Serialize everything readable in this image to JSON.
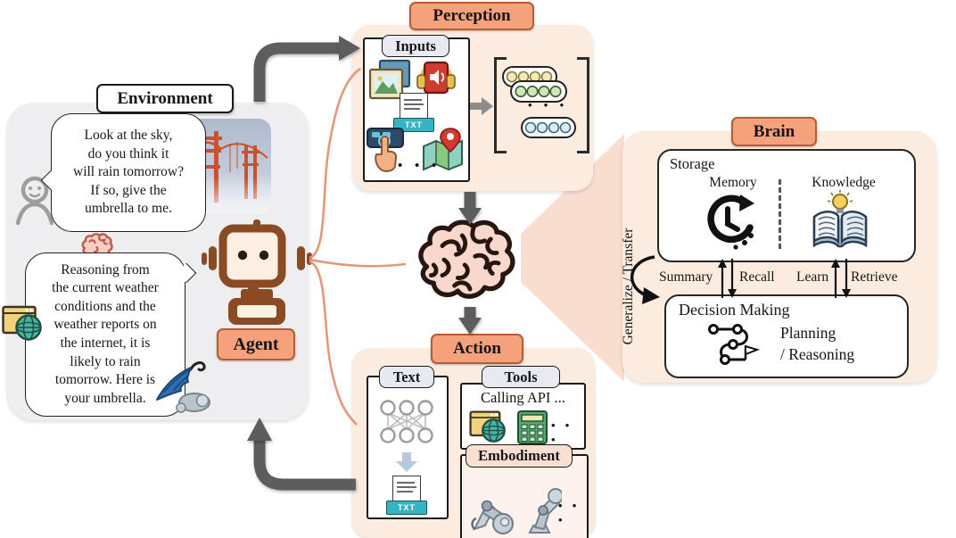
{
  "colors": {
    "panel_peach": "#fcece0",
    "env_gray": "#eeeef1",
    "label_salmon": "#f4a17c",
    "label_border": "#b85a32",
    "arrow_gray": "#5d5d5d",
    "agent_brown": "#8a4a24",
    "orange_link": "#e59878",
    "beam_pink": "#f9ded0"
  },
  "environment": {
    "label": "Environment",
    "user_bubble_lines": [
      "Look at the sky,",
      "do you think it",
      "will rain tomorrow?",
      "If so, give the",
      "umbrella to me."
    ],
    "agent_bubble_lines": [
      "Reasoning from",
      "the current weather",
      "conditions and the",
      "weather reports on",
      "the internet, it is",
      "likely to rain",
      "tomorrow. Here is",
      "your umbrella."
    ],
    "agent_label": "Agent"
  },
  "perception": {
    "label": "Perception",
    "inputs_label": "Inputs"
  },
  "action": {
    "label": "Action",
    "text_label": "Text",
    "tools_label": "Tools",
    "tools_caption": "Calling API ...",
    "embodiment_label": "Embodiment"
  },
  "brain": {
    "label": "Brain",
    "storage_label": "Storage",
    "memory_label": "Memory",
    "knowledge_label": "Knowledge",
    "arrow_labels": [
      "Summary",
      "Recall",
      "Learn",
      "Retrieve"
    ],
    "decision_label": "Decision Making",
    "planning_lines": [
      "Planning",
      "/ Reasoning"
    ],
    "side_label": "Generalize / Transfer"
  },
  "icons": {
    "txt_badge": "TXT"
  },
  "misc": {
    "ellipsis": "• • •"
  }
}
